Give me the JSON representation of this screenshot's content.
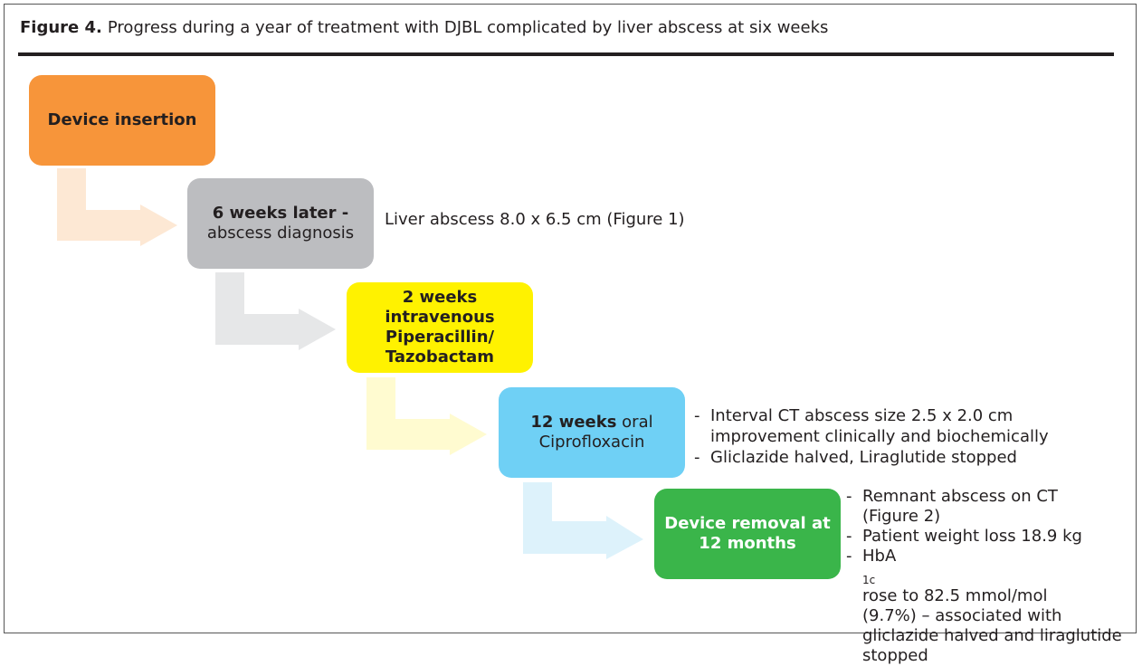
{
  "figure": {
    "label": "Figure 4.",
    "title": "Progress during a year of treatment with DJBL complicated by liver abscess at six weeks"
  },
  "steps": [
    {
      "lines": [
        "Device insertion"
      ]
    },
    {
      "bold": "6 weeks later",
      "after_bold": " -",
      "line2": "abscess diagnosis"
    },
    {
      "bold": "2 weeks",
      "lines": [
        "intravenous",
        "Piperacillin/",
        "Tazobactam"
      ]
    },
    {
      "bold": "12 weeks",
      "after_bold": " oral",
      "line2": "Ciprofloxacin"
    },
    {
      "lines": [
        "Device removal at",
        "12 months"
      ]
    }
  ],
  "notes": {
    "step2": "Liver abscess 8.0 x 6.5 cm (Figure 1)",
    "step4": [
      [
        "Interval CT abscess size 2.5 x 2.0 cm",
        "improvement clinically and biochemically"
      ],
      [
        "Gliclazide halved, Liraglutide stopped"
      ]
    ],
    "step5": {
      "item1": [
        "Remnant abscess on CT",
        "(Figure 2)"
      ],
      "item2": "Patient weight loss 18.9 kg",
      "item3_prefix": "HbA",
      "item3_sub": "1c",
      "item3_rest": " rose  to 82.5 mmol/mol",
      "item3_lines": [
        "(9.7%) – associated with",
        "gliclazide halved and liraglutide",
        "stopped"
      ]
    }
  },
  "colors": {
    "step1": "#f7953a",
    "step2": "#bcbdc0",
    "step3": "#fff200",
    "step4": "#6fd0f5",
    "step5": "#3ab54a",
    "arrow1": "#fde8d4",
    "arrow2": "#e6e7e8",
    "arrow3": "#fffbd0",
    "arrow4": "#ddf2fb"
  }
}
